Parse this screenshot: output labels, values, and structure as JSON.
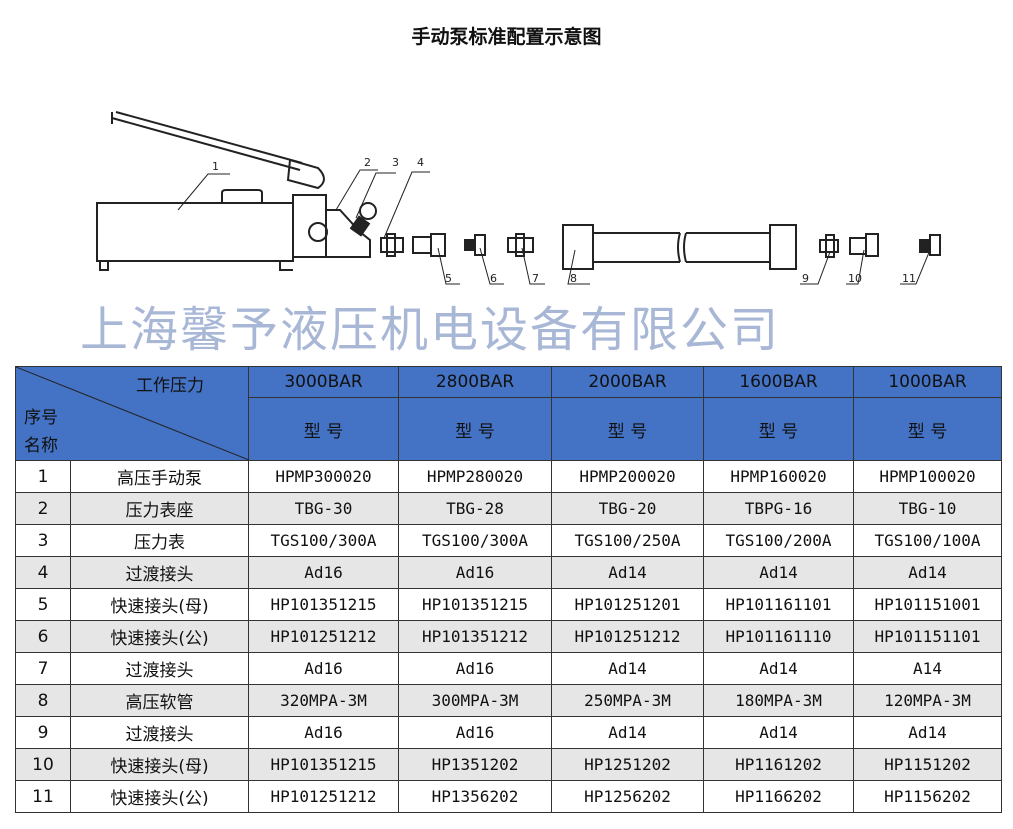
{
  "title": "手动泵标准配置示意图",
  "diagram_labels": [
    "1",
    "2",
    "3",
    "4",
    "5",
    "6",
    "7",
    "8",
    "9",
    "10",
    "11"
  ],
  "table": {
    "corner_top": "工作压力",
    "corner_left": [
      "序号",
      "名称"
    ],
    "pressures": [
      "3000BAR",
      "2800BAR",
      "2000BAR",
      "1600BAR",
      "1000BAR"
    ],
    "model_label": "型 号",
    "rows": [
      {
        "no": "1",
        "name": "高压手动泵",
        "models": [
          "HPMP300020",
          "HPMP280020",
          "HPMP200020",
          "HPMP160020",
          "HPMP100020"
        ]
      },
      {
        "no": "2",
        "name": "压力表座",
        "models": [
          "TBG-30",
          "TBG-28",
          "TBG-20",
          "TBPG-16",
          "TBG-10"
        ]
      },
      {
        "no": "3",
        "name": "压力表",
        "models": [
          "TGS100/300A",
          "TGS100/300A",
          "TGS100/250A",
          "TGS100/200A",
          "TGS100/100A"
        ]
      },
      {
        "no": "4",
        "name": "过渡接头",
        "models": [
          "Ad16",
          "Ad16",
          "Ad14",
          "Ad14",
          "Ad14"
        ]
      },
      {
        "no": "5",
        "name": "快速接头(母)",
        "models": [
          "HP101351215",
          "HP101351215",
          "HP101251201",
          "HP101161101",
          "HP101151001"
        ]
      },
      {
        "no": "6",
        "name": "快速接头(公)",
        "models": [
          "HP101251212",
          "HP101351212",
          "HP101251212",
          "HP101161110",
          "HP101151101"
        ]
      },
      {
        "no": "7",
        "name": "过渡接头",
        "models": [
          "Ad16",
          "Ad16",
          "Ad14",
          "Ad14",
          "A14"
        ]
      },
      {
        "no": "8",
        "name": "高压软管",
        "models": [
          "320MPA-3M",
          "300MPA-3M",
          "250MPA-3M",
          "180MPA-3M",
          "120MPA-3M"
        ]
      },
      {
        "no": "9",
        "name": "过渡接头",
        "models": [
          "Ad16",
          "Ad16",
          "Ad14",
          "Ad14",
          "Ad14"
        ]
      },
      {
        "no": "10",
        "name": "快速接头(母)",
        "models": [
          "HP101351215",
          "HP1351202",
          "HP1251202",
          "HP1161202",
          "HP1151202"
        ]
      },
      {
        "no": "11",
        "name": "快速接头(公)",
        "models": [
          "HP101251212",
          "HP1356202",
          "HP1256202",
          "HP1166202",
          "HP1156202"
        ]
      }
    ]
  },
  "watermark": "上海馨予液压机电设备有限公司",
  "colors": {
    "header_bg": "#4472c4",
    "row_alt": "#e6e6e6"
  }
}
